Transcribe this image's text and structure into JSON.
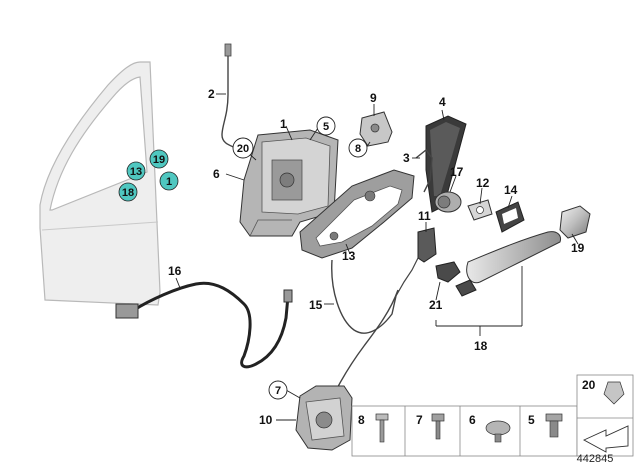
{
  "diagram": {
    "reference_number": "442845",
    "callouts": {
      "c1": "1",
      "c2": "2",
      "c3": "3",
      "c4": "4",
      "c6": "6",
      "c7": "7",
      "c9": "9",
      "c10": "10",
      "c11": "11",
      "c12": "12",
      "c13": "13",
      "c14": "14",
      "c15": "15",
      "c16": "16",
      "c17": "17",
      "c18": "18",
      "c19": "19",
      "c21": "21"
    },
    "circled_callouts": {
      "c5": "5",
      "c8": "8",
      "c20": "20"
    },
    "door_markers": {
      "m13": "13",
      "m19": "19",
      "m18": "18",
      "m1": "1"
    },
    "legend": {
      "l8": "8",
      "l7": "7",
      "l6": "6",
      "l5": "5",
      "l20": "20"
    },
    "colors": {
      "marker_fill": "#4fc7c0",
      "part_stroke": "#333333",
      "door_fill": "#eeeeee",
      "handle_fill": "#bdbdbd"
    }
  }
}
